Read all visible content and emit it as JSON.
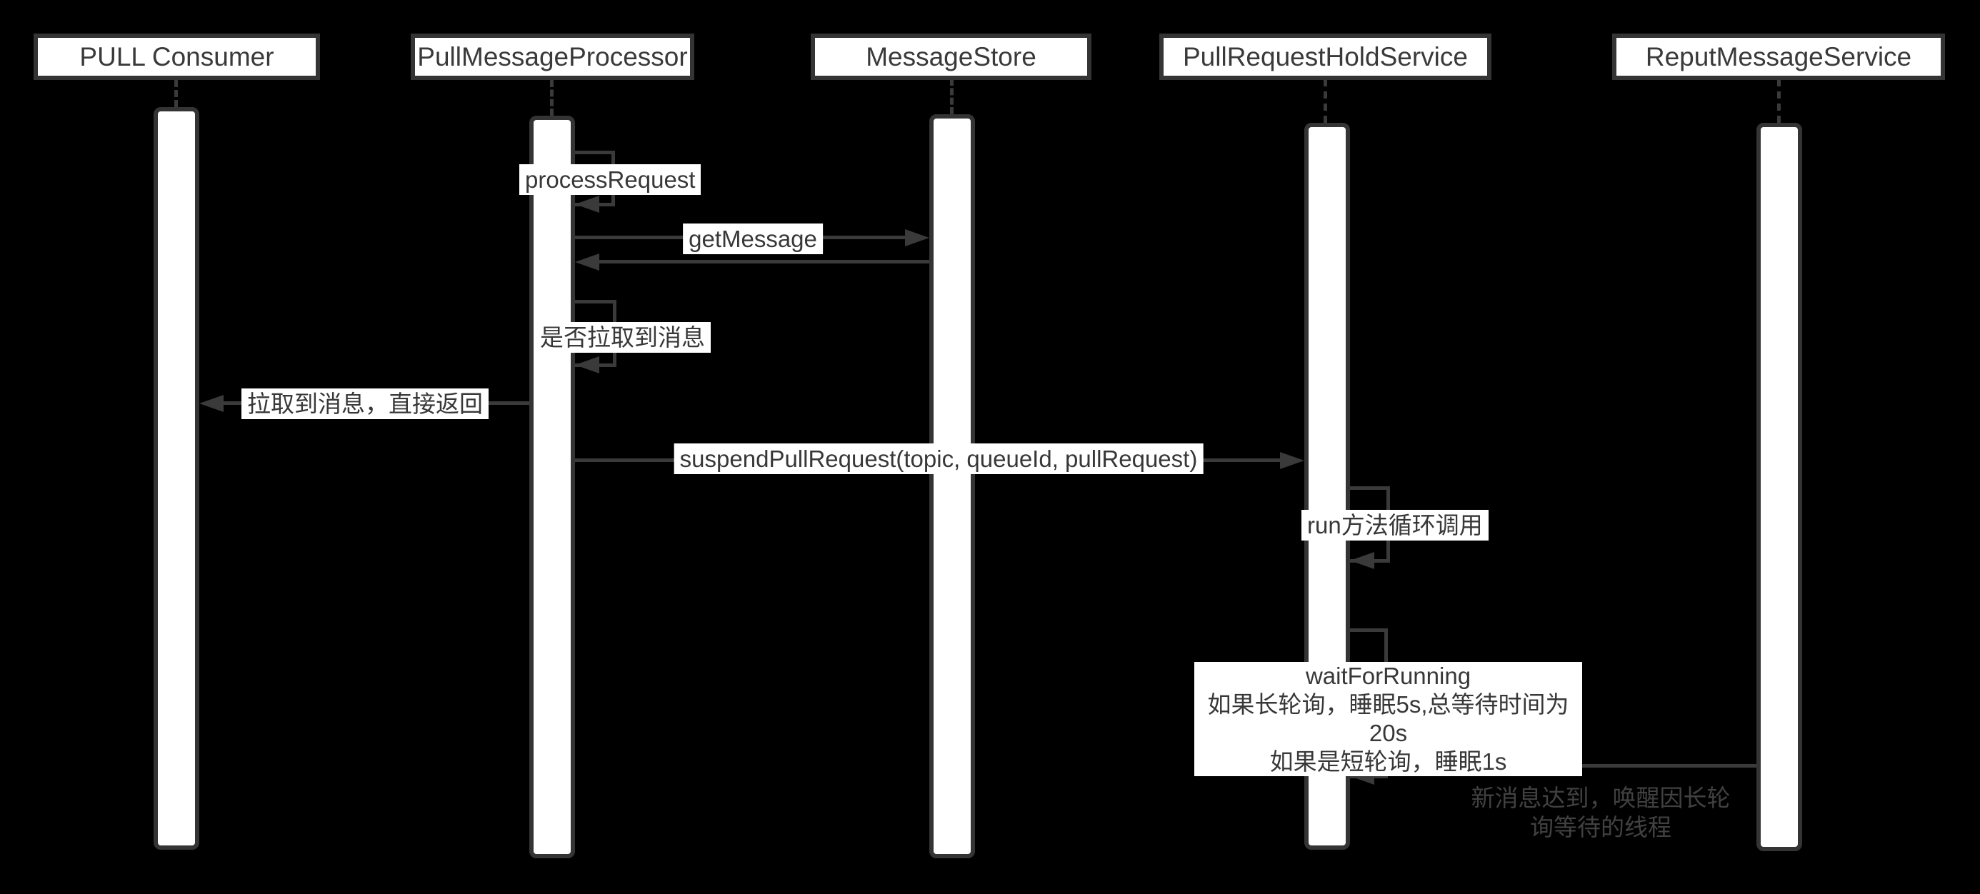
{
  "diagram": {
    "type": "sequence-diagram",
    "background": "#000000",
    "colors": {
      "line": "#3a3a3a",
      "box_fill": "#ffffff",
      "box_border": "#343434",
      "label_text": "#383838",
      "note_text": "#414141"
    },
    "participants": [
      {
        "name": "PULL Consumer"
      },
      {
        "name": "PullMessageProcessor"
      },
      {
        "name": "MessageStore"
      },
      {
        "name": "PullRequestHoldService"
      },
      {
        "name": "ReputMessageService"
      }
    ],
    "messages": [
      {
        "id": "process-request",
        "from": "PullMessageProcessor",
        "to": "PullMessageProcessor",
        "kind": "self-call",
        "label": "processRequest"
      },
      {
        "id": "get-message",
        "from": "PullMessageProcessor",
        "to": "MessageStore",
        "kind": "call",
        "label": "getMessage"
      },
      {
        "id": "get-message-return",
        "from": "MessageStore",
        "to": "PullMessageProcessor",
        "kind": "return",
        "label": ""
      },
      {
        "id": "check-pulled",
        "from": "PullMessageProcessor",
        "to": "PullMessageProcessor",
        "kind": "self-call",
        "label": "是否拉取到消息"
      },
      {
        "id": "return-to-consumer",
        "from": "PullMessageProcessor",
        "to": "PULL Consumer",
        "kind": "return",
        "label": "拉取到消息，直接返回"
      },
      {
        "id": "suspend-pull-request",
        "from": "PullMessageProcessor",
        "to": "PullRequestHoldService",
        "kind": "call",
        "label": "suspendPullRequest(topic, queueId, pullRequest)"
      },
      {
        "id": "run-loop",
        "from": "PullRequestHoldService",
        "to": "PullRequestHoldService",
        "kind": "self-call",
        "label": "run方法循环调用"
      },
      {
        "id": "wait-for-running",
        "from": "PullRequestHoldService",
        "to": "PullRequestHoldService",
        "kind": "self-call",
        "lines": [
          "waitForRunning",
          "如果长轮询，睡眠5s,总等待时间为20s",
          "如果是短轮询，睡眠1s"
        ]
      },
      {
        "id": "notify-message-arriving",
        "from": "ReputMessageService",
        "to": "PullRequestHoldService",
        "kind": "call",
        "label": ""
      }
    ],
    "note": {
      "lines": [
        "新消息达到，唤醒因长轮",
        "询等待的线程"
      ]
    }
  }
}
